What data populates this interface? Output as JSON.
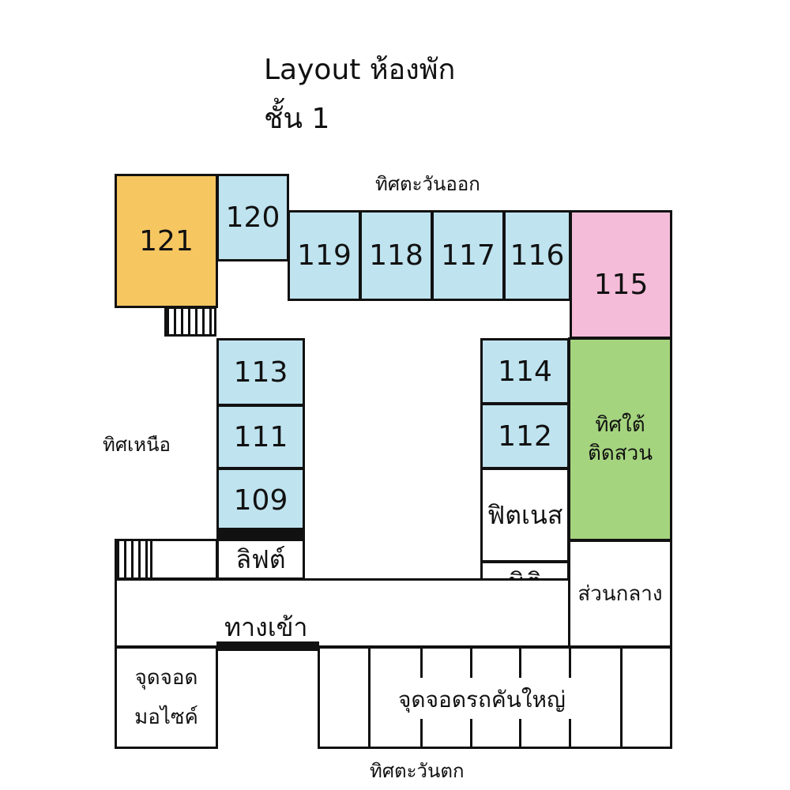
{
  "title": {
    "line1": "Layout ห้องพัก",
    "line2": "ชั้น 1"
  },
  "directions": {
    "east": "ทิศตะวันออก",
    "west": "ทิศตะวันตก",
    "north": "ทิศเหนือ",
    "south_line1": "ทิศใต้",
    "south_line2": "ติดสวน"
  },
  "rooms": {
    "r121": "121",
    "r120": "120",
    "r119": "119",
    "r118": "118",
    "r117": "117",
    "r116": "116",
    "r115": "115",
    "r114": "114",
    "r113": "113",
    "r112": "112",
    "r111": "111",
    "r109": "109"
  },
  "facilities": {
    "fitness": "ฟิตเนส",
    "juristic": "นิติ",
    "lift": "ลิฟต์",
    "common": "ส่วนกลาง",
    "entrance": "ทางเข้า",
    "moto_line1": "จุดจอด",
    "moto_line2": "มอไซค์",
    "car_parking": "จุดจอดรถคันใหญ่"
  },
  "colors": {
    "room_blue": "#bfe3ef",
    "room_121": "#f6c661",
    "room_115": "#f5bcd9",
    "garden_green": "#a5d47f"
  }
}
